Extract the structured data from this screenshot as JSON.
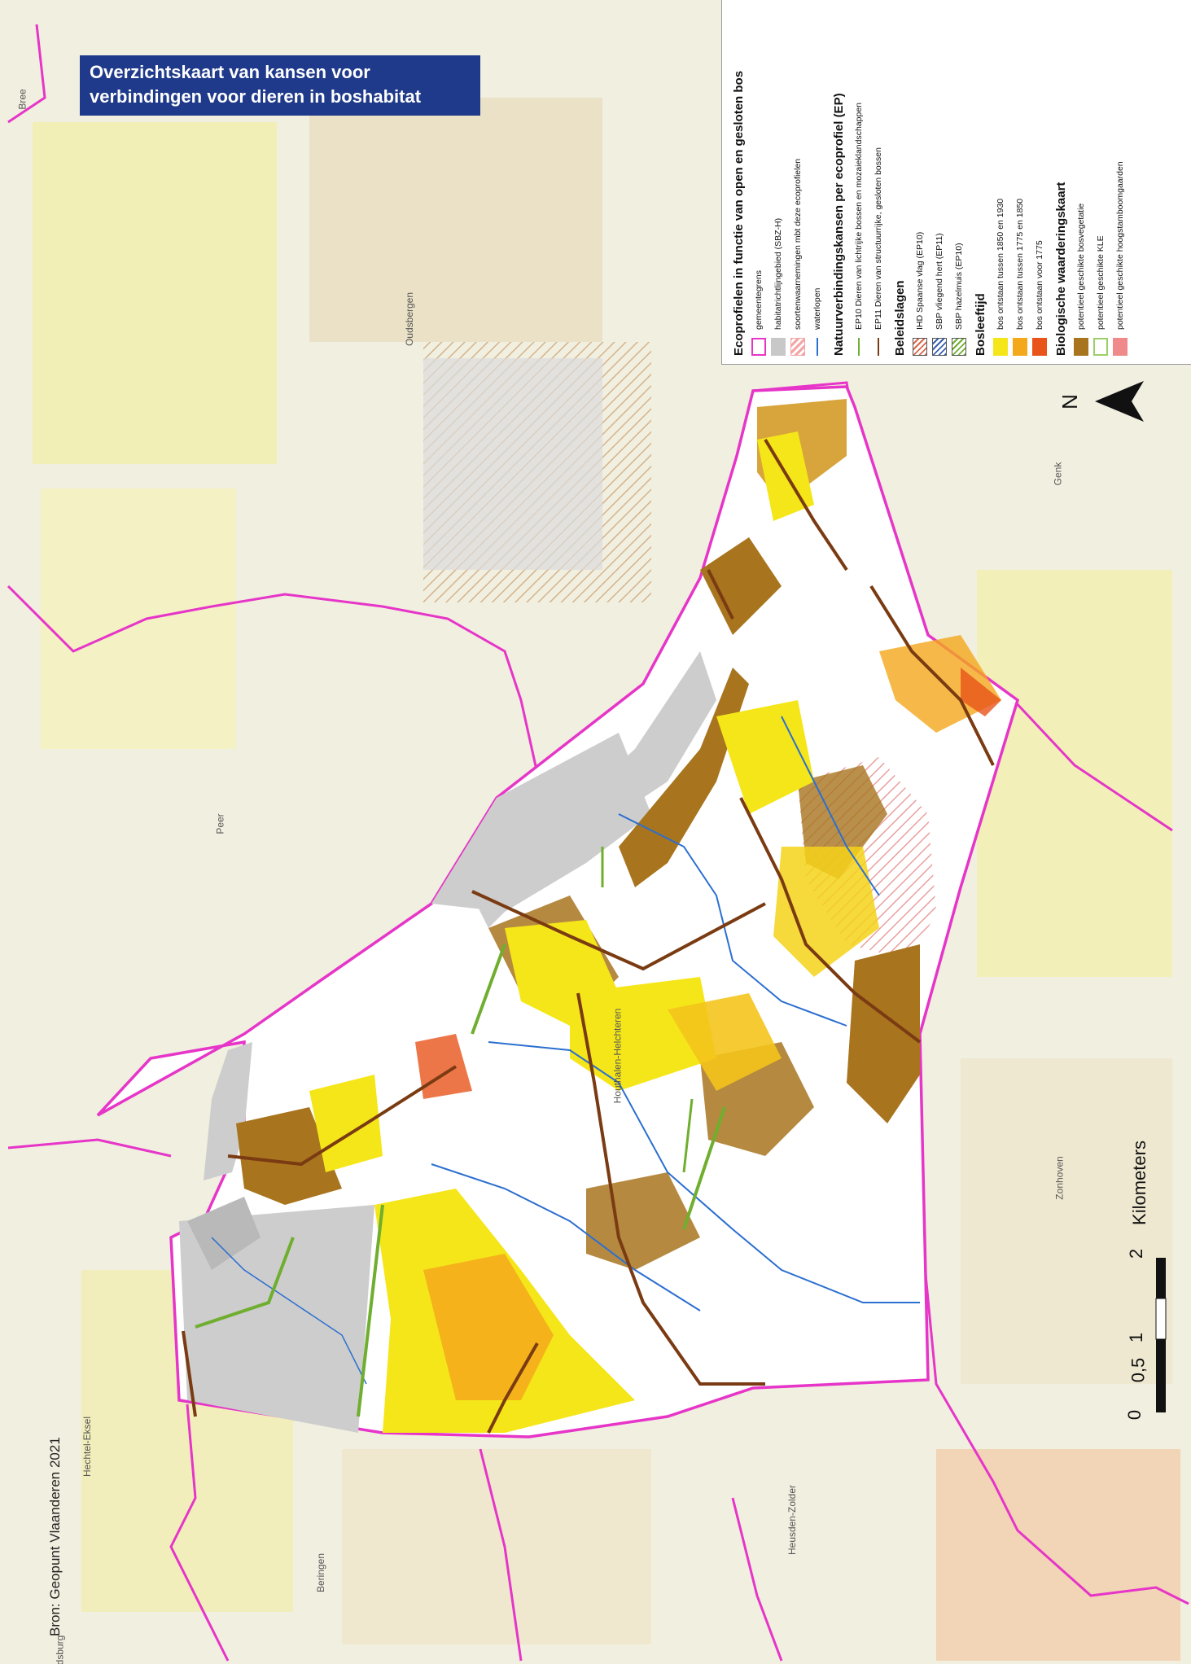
{
  "title": {
    "line1": "Overzichtskaart van kansen voor",
    "line2": "verbindingen voor dieren in boshabitat"
  },
  "source": "Bron: Geopunt Vlaanderen 2021",
  "north_label": "N",
  "scale": {
    "unit": "Kilometers",
    "ticks": [
      "0",
      "0,5",
      "1",
      "2"
    ]
  },
  "places": {
    "bree": "Bree",
    "oudsbergen": "Oudsbergen",
    "genk": "Genk",
    "peer": "Peer",
    "houthalen_helchteren": "Houthalen-Helchteren",
    "zonhoven": "Zonhoven",
    "hechtel_eksel": "Hechtel-Eksel",
    "heusden_zolder": "Heusden-Zolder",
    "beringen": "Beringen",
    "leopoldsburg_partial": "dsburg"
  },
  "legend": {
    "section1": {
      "heading": "Ecoprofielen in functie van open en gesloten bos",
      "items": [
        {
          "label": "gemeentegrens",
          "color": "#e635c8"
        },
        {
          "label": "habitatrichtlijngebied (SBZ-H)",
          "color": "#c8c8c8"
        },
        {
          "label": "soortenwaarnemingen mbt deze ecoprofielen",
          "color": "#f4a6a6"
        },
        {
          "label": "waterlopen",
          "color": "#2b6fd0"
        }
      ]
    },
    "section2": {
      "heading": "Natuurverbindingskansen per ecoprofiel (EP)",
      "items": [
        {
          "label": "EP10 Dieren van lichtrijke bossen en mozaieklandschappen",
          "color": "#6fae2e"
        },
        {
          "label": "EP11 Dieren van structuurrijke, gesloten bossen",
          "color": "#7a3b12"
        }
      ]
    },
    "section3": {
      "heading": "Beleidslagen",
      "items": [
        {
          "label": "IHD Spaanse vlag (EP10)",
          "color": "#d9664a"
        },
        {
          "label": "SBP vliegend hert (EP11)",
          "color": "#3a5fb0"
        },
        {
          "label": "SBP hazelmuis (EP10)",
          "color": "#6fae2e"
        }
      ]
    },
    "section4": {
      "heading": "Bosleeftijd",
      "items": [
        {
          "label": "bos ontstaan tussen 1850 en 1930",
          "color": "#f5e619"
        },
        {
          "label": "bos ontstaan tussen 1775 en 1850",
          "color": "#f4a81c"
        },
        {
          "label": "bos ontstaan voor 1775",
          "color": "#e8541a"
        }
      ]
    },
    "section5": {
      "heading": "Biologische waarderingskaart",
      "items": [
        {
          "label": "potentieel geschikte bosvegetatie",
          "color": "#a8741e"
        },
        {
          "label": "potentieel geschikte KLE",
          "color": "#9dce6a"
        },
        {
          "label": "potentieel geschikte hoogstamboomgaarden",
          "color": "#f08a8a"
        }
      ]
    }
  }
}
